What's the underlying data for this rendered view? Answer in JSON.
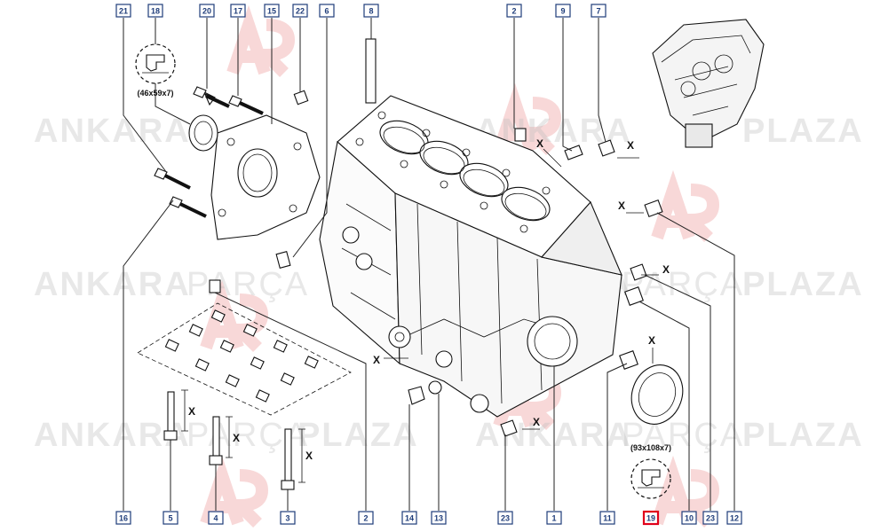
{
  "diagram": {
    "watermark": {
      "brand_first": "ANKARA",
      "brand_mid": "PARÇA",
      "brand_last": "PLAZA"
    },
    "seal_sizes": {
      "rear_seal": "(46x59x7)",
      "front_seal": "(93x108x7)"
    },
    "dimension_marker": "X",
    "callouts": [
      {
        "id": "21"
      },
      {
        "id": "18"
      },
      {
        "id": "20"
      },
      {
        "id": "17"
      },
      {
        "id": "15"
      },
      {
        "id": "22"
      },
      {
        "id": "6"
      },
      {
        "id": "8"
      },
      {
        "id": "2"
      },
      {
        "id": "9"
      },
      {
        "id": "7"
      },
      {
        "id": "16"
      },
      {
        "id": "5"
      },
      {
        "id": "4"
      },
      {
        "id": "3"
      },
      {
        "id": "2"
      },
      {
        "id": "14"
      },
      {
        "id": "13"
      },
      {
        "id": "23"
      },
      {
        "id": "1"
      },
      {
        "id": "11"
      },
      {
        "id": "19",
        "highlight": true
      },
      {
        "id": "10"
      },
      {
        "id": "23"
      },
      {
        "id": "12"
      }
    ],
    "colors": {
      "callout_border": "#1f3d7a",
      "highlight_border": "#e0001b",
      "watermark_text": "#bdbdbd",
      "watermark_logo": "#f2b8b8"
    }
  }
}
